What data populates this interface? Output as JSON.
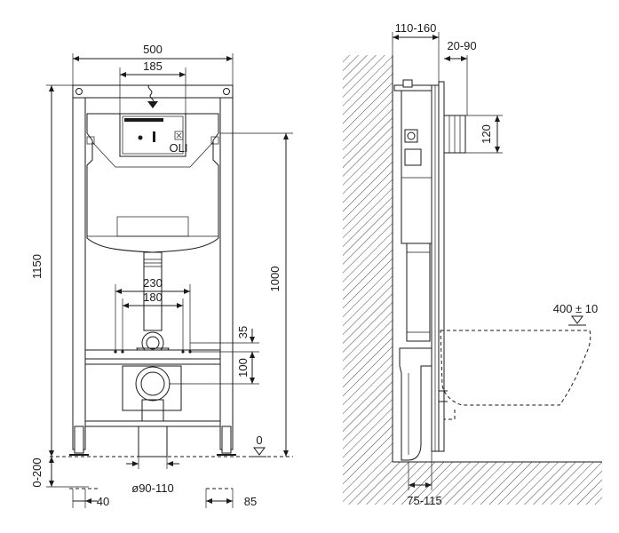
{
  "front_view": {
    "width_500": "500",
    "plate_185": "185",
    "height_1150": "1150",
    "height_1000": "1000",
    "spacing_230": "230",
    "spacing_180": "180",
    "offset_35": "35",
    "offset_100": "100",
    "zero_level": "0",
    "leg_range": "0-200",
    "pipe_diameter": "ø90-110",
    "foot_40": "40",
    "foot_85": "85",
    "brand_mark": "OLI"
  },
  "side_view": {
    "wall_gap": "110-160",
    "plate_depth": "20-90",
    "inlet_120": "120",
    "bowl_height": "400 ± 10",
    "outlet_range": "75-115"
  },
  "colors": {
    "line": "#1a1a1a",
    "background": "#ffffff"
  }
}
